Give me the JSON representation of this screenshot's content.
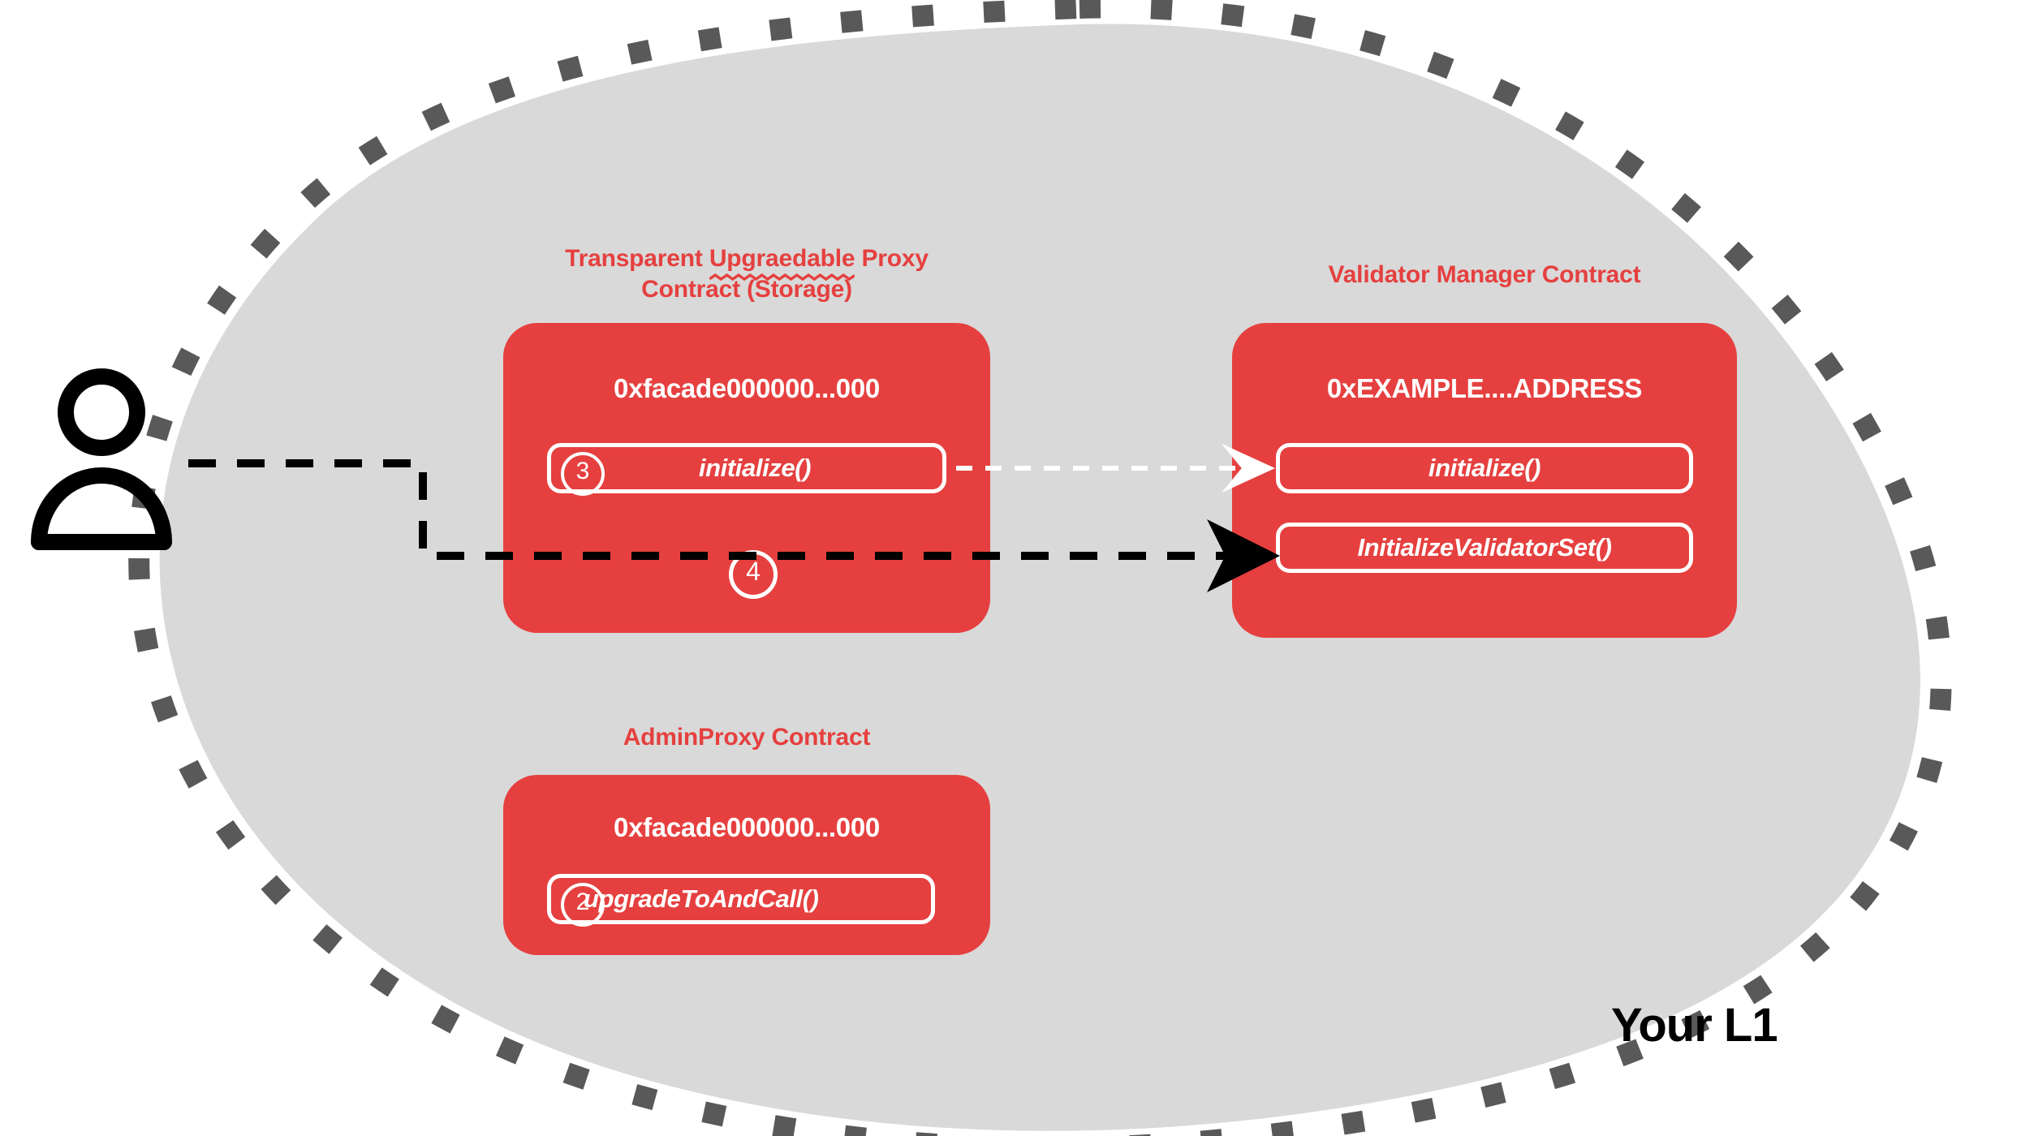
{
  "zone": {
    "label": "Your L1",
    "fill_color": "#D9D9D9",
    "border_color": "#595959",
    "border_style": "dotted"
  },
  "actor": {
    "icon": "person-icon",
    "color": "#000000"
  },
  "theme": {
    "contract_red": "#E5403F",
    "card_text": "#FFFFFF",
    "arrow_black": "#000000",
    "arrow_white": "#FFFFFF"
  },
  "contracts": [
    {
      "id": "transparent-upgradeable-proxy",
      "title_lines": [
        "Transparent Upgraedable Proxy",
        "Contract (Storage)"
      ],
      "title_misspelled_word": "Upgraedable",
      "address": "0xfacade000000...000",
      "functions": [
        {
          "step": "3",
          "name": "initialize()"
        }
      ],
      "floating_step": "4"
    },
    {
      "id": "validator-manager",
      "title_lines": [
        "Validator Manager Contract"
      ],
      "address": "0xEXAMPLE....ADDRESS",
      "functions": [
        {
          "step": "",
          "name": "initialize()"
        },
        {
          "step": "",
          "name": "InitializeValidatorSet()"
        }
      ]
    },
    {
      "id": "admin-proxy",
      "title_lines": [
        "AdminProxy  Contract"
      ],
      "address": "0xfacade000000...000",
      "functions": [
        {
          "step": "2",
          "name": "upgradeToAndCall()"
        }
      ]
    }
  ],
  "connections": [
    {
      "id": "actor-to-initialize-validator-set",
      "style": "dashed",
      "color": "#000000",
      "from": "person-icon",
      "to": "InitializeValidatorSet()"
    },
    {
      "id": "proxy-initialize-to-vm-initialize",
      "style": "dashed",
      "color": "#FFFFFF",
      "from": "initialize()",
      "to": "initialize()"
    }
  ]
}
